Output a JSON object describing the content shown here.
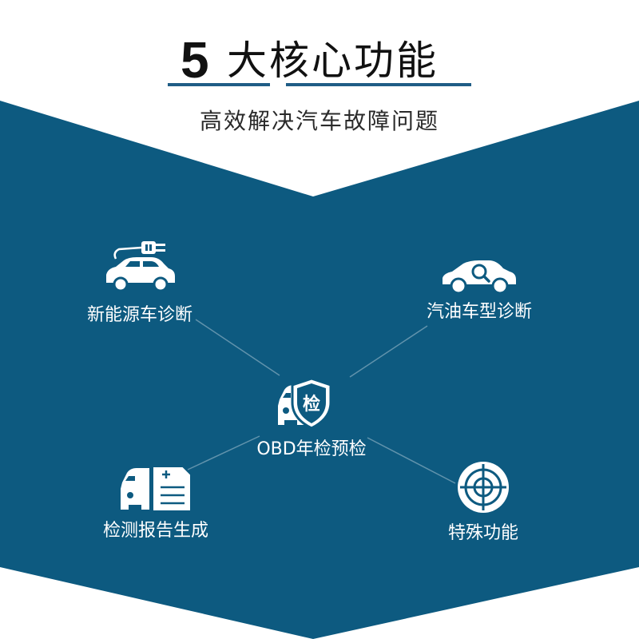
{
  "header": {
    "number": "5",
    "title": "大核心功能",
    "subtitle": "高效解决汽车故障问题"
  },
  "colors": {
    "background_panel": "#0d5a80",
    "accent_line": "#1f5d86",
    "title_text": "#111111",
    "white": "#ffffff"
  },
  "features": {
    "ev": {
      "label": "新能源车诊断",
      "icon": "ev-car-plug-icon"
    },
    "fuel": {
      "label": "汽油车型诊断",
      "icon": "car-search-icon"
    },
    "obd": {
      "label": "OBD年检预检",
      "icon": "car-shield-icon",
      "badge": "检"
    },
    "report": {
      "label": "检测报告生成",
      "icon": "car-report-icon"
    },
    "special": {
      "label": "特殊功能",
      "icon": "target-crosshair-icon"
    }
  }
}
